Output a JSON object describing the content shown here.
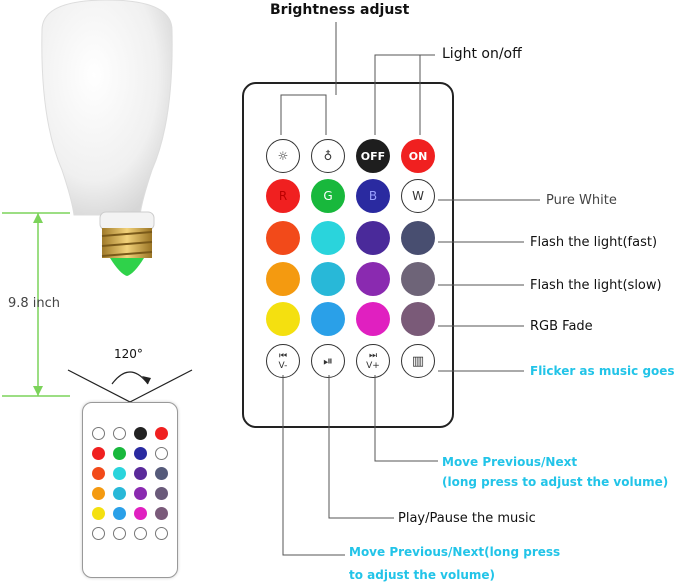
{
  "labels": {
    "brightness": "Brightness adjust",
    "light_onoff": "Light on/off",
    "pure_white": "Pure White",
    "flash_fast": "Flash the light(fast)",
    "flash_slow": "Flash the light(slow)",
    "rgb_fade": "RGB Fade",
    "flicker_music": "Flicker as music goes",
    "move_next_1": "Move Previous/Next",
    "move_next_2": "(long press to adjust the volume)",
    "play_pause": "Play/Pause the music",
    "move_prev_1": "Move Previous/Next(long press",
    "move_prev_2": "to adjust the volume)",
    "height": "9.8 inch",
    "angle": "120°"
  },
  "buttons": {
    "off": "OFF",
    "on": "ON",
    "r": "R",
    "g": "G",
    "b": "B",
    "w": "W",
    "vminus": "V-",
    "vplus": "V+"
  },
  "colors": {
    "red": "#f02020",
    "green": "#18b83c",
    "blue": "#2a2aa0",
    "cyan_label": "#22c4e8",
    "bulb_base": "#d8b45a"
  }
}
